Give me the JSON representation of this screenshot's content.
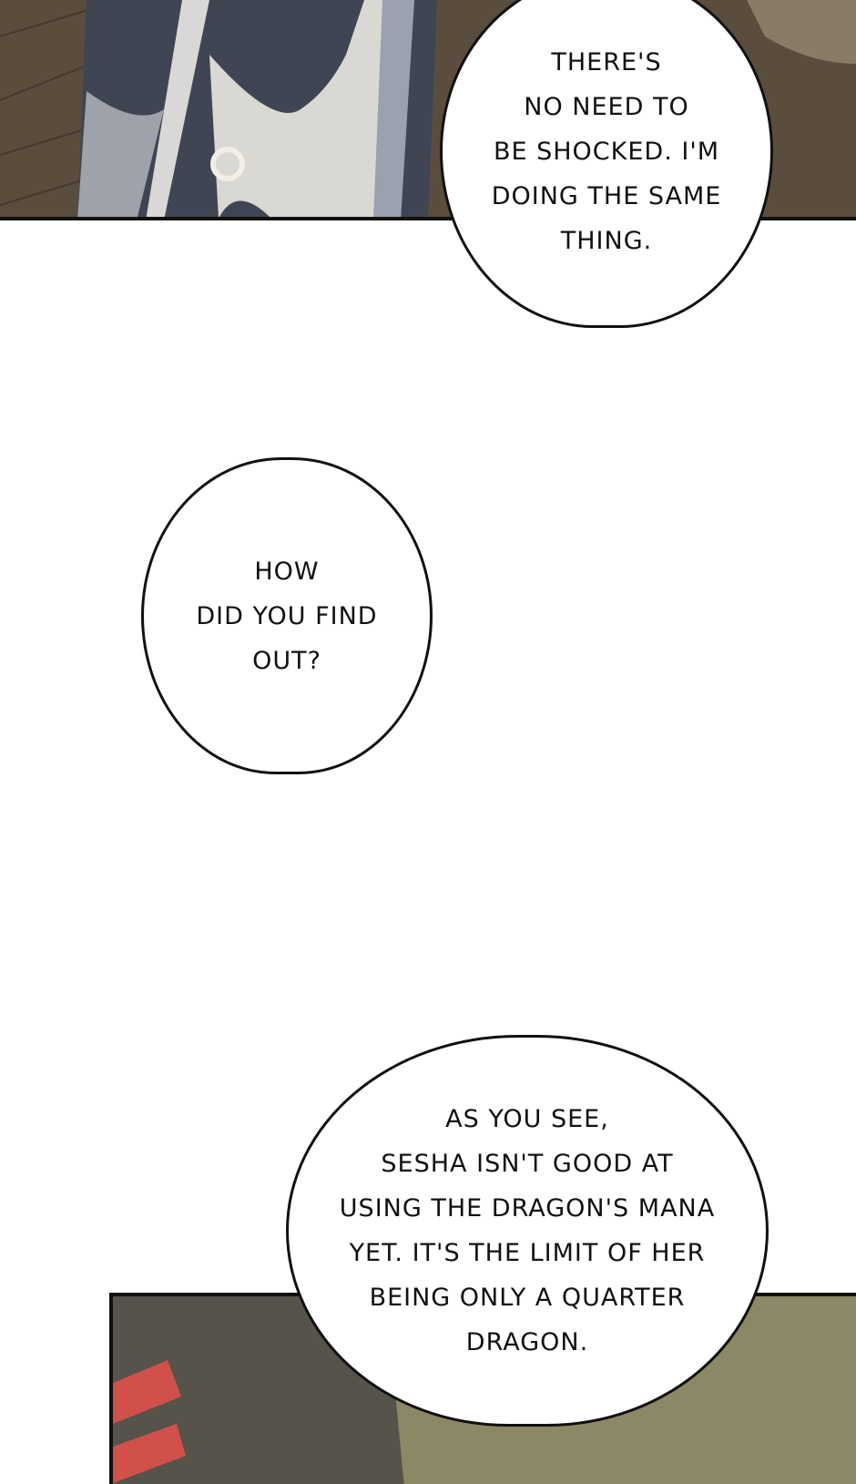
{
  "comic_page": {
    "panels": [
      {
        "id": "top",
        "description": "Wooden floor with figure in dark grey robe with white ornamental pattern",
        "colors": {
          "floor": "#5b4d3d",
          "robe": "#3f4553",
          "pattern": "#f2efe8"
        }
      },
      {
        "id": "bottom",
        "description": "Dark grey sleeve with red stripes against olive-green background",
        "colors": {
          "background": "#8b8865",
          "sleeve": "#55534a",
          "stripe": "#d0514a"
        }
      }
    ],
    "bubbles": [
      {
        "text": "THERE'S\nNO NEED TO\nBE SHOCKED. I'M\nDOING THE SAME\nTHING."
      },
      {
        "text": "HOW\nDID YOU FIND\nOUT?"
      },
      {
        "text": "AS YOU SEE,\nSESHA ISN'T GOOD AT\nUSING THE DRAGON'S MANA\nYET. IT'S THE LIMIT OF HER\nBEING ONLY A QUARTER\nDRAGON."
      }
    ]
  }
}
